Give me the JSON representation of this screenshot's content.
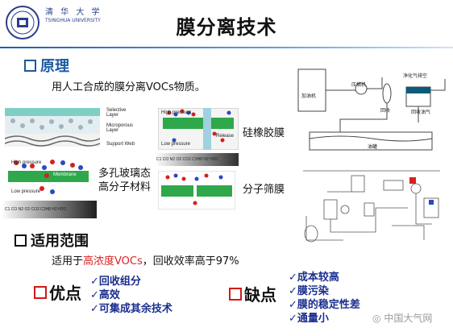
{
  "title": "膜分离技术",
  "logo_text": "清 华 大 学",
  "logo_subtext": "TSINGHUA UNIVERSITY",
  "section1": {
    "heading": "原理",
    "text": "用人工合成的膜分离VOCs物质。"
  },
  "diagram_labels": {
    "layer1": "Selective Layer",
    "layer2": "Microporous Layer",
    "layer3": "Support Web",
    "high_pressure": "High pressure",
    "low_pressure": "Low pressure",
    "membrane": "Membrane",
    "release": "Release",
    "rubber_label": "硅橡胶膜",
    "glass_label": "多孔玻璃态高分子材料",
    "sieve_label": "分子筛膜",
    "gradient_scale": "C1 CO N2 O2 CO2 C3H8 H2 H2O",
    "comp": "压缩机",
    "recovered": "回收",
    "clean_air": "净化气排空",
    "recycle_gas": "回收油气",
    "tank": "油罐",
    "inlet": "加油机"
  },
  "section2": {
    "heading": "适用范围",
    "text_pre": "适用于",
    "text_hl": "高浓度VOCs",
    "text_post": "，回收效率高于97%"
  },
  "pros": {
    "heading": "优点",
    "items": [
      "✓回收组分",
      "✓高效",
      "✓可集成其余技术"
    ]
  },
  "cons": {
    "heading": "缺点",
    "items": [
      "✓成本较高",
      "✓膜污染",
      "✓膜的稳定性差",
      "✓通量小"
    ]
  },
  "watermark": "中国大气网",
  "colors": {
    "accent": "#1a5aa0",
    "red": "#d21919",
    "bullet": "#1a2e8f"
  }
}
